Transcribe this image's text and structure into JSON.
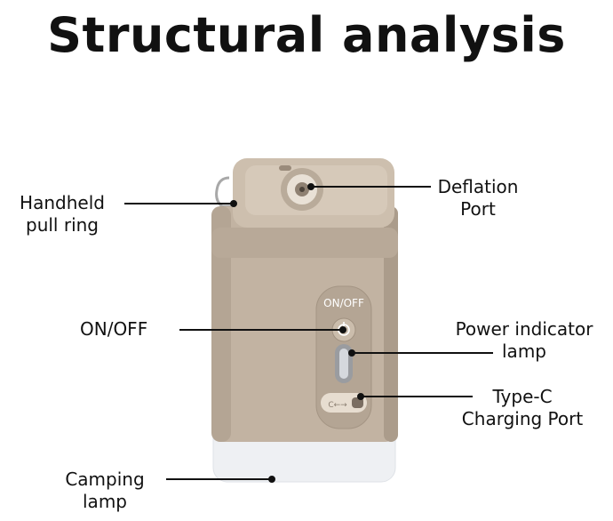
{
  "title": "Structural analysis",
  "device": {
    "button_text": "ON/OFF",
    "port_text": "C←→"
  },
  "labels": {
    "handheld_pull_ring": [
      "Handheld",
      "pull ring"
    ],
    "deflation_port": [
      "Deflation",
      "Port"
    ],
    "on_off": [
      "ON/OFF"
    ],
    "power_indicator_lamp": [
      "Power indicator",
      "lamp"
    ],
    "type_c_charging_port": [
      "Type-C",
      "Charging Port"
    ],
    "camping_lamp": [
      "Camping",
      "lamp"
    ]
  },
  "colors": {
    "body": "#c2b3a2",
    "body_dark": "#a8998a",
    "top": "#cdbfae",
    "lamp": "#eef0f3",
    "leader": "#111111"
  }
}
